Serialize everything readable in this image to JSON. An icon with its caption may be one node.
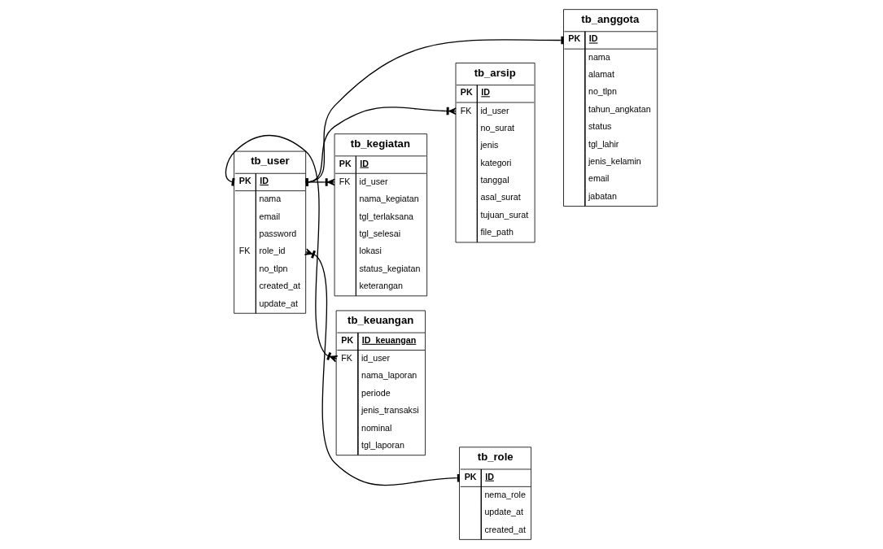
{
  "diagram": {
    "nodes": [
      {
        "text": [
          "tb_user",
          "PK",
          "ID",
          "nama",
          "email",
          "password",
          "FK",
          "role_id",
          "no_tlpn",
          "created_at",
          "update_at"
        ]
      },
      {
        "text": [
          "tb_anggota",
          "PK",
          "ID",
          "nama",
          "alamat",
          "no_tlpn",
          "tahun_angkatan",
          "status",
          "tgl_lahir",
          "jenis_kelamin",
          "email",
          "jabatan"
        ]
      },
      {
        "text": [
          "tb_arsip",
          "PK",
          "ID",
          "FK",
          "id_user",
          "no_surat",
          "jenis",
          "kategori",
          "tanggal",
          "asal_surat",
          "tujuan_surat",
          "file_path"
        ]
      },
      {
        "text": [
          "tb_kegiatan",
          "PK",
          "ID",
          "FK",
          "id_user",
          "nama_kegiatan",
          "tgl_terlaksana",
          "tgl_selesai",
          "lokasi",
          "status_kegiatan",
          "keterangan"
        ]
      },
      {
        "text": [
          "tb_keuangan",
          "PK",
          "ID_keuangan",
          "FK",
          "id_user",
          "nama_laporan",
          "periode",
          "jenis_transaksi",
          "nominal",
          "tgl_laporan"
        ]
      },
      {
        "text": [
          "tb_role",
          "PK",
          "ID",
          "nema_role",
          "update_at",
          "created_at"
        ]
      }
    ],
    "edges": [
      {
        "from": 0,
        "to": 1,
        "arrow": "other"
      },
      {
        "from": 0,
        "to": 2,
        "arrow": "other"
      },
      {
        "from": 0,
        "to": 3,
        "arrow": "other"
      },
      {
        "from": 0,
        "to": 5,
        "arrow": "other"
      },
      {
        "from": 0,
        "to": 4,
        "arrow": "other"
      }
    ]
  }
}
